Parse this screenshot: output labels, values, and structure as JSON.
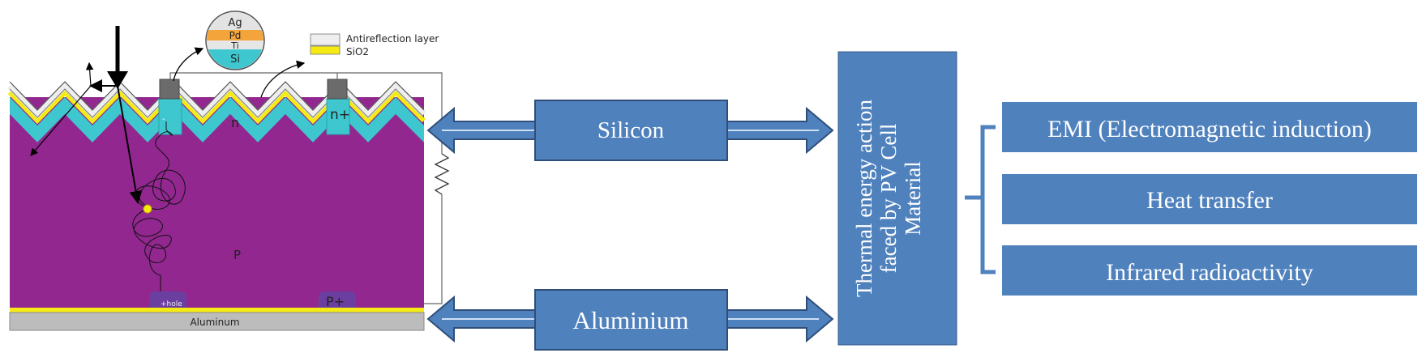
{
  "cell": {
    "contact_layers": [
      "Ag",
      "Pd",
      "Ti",
      "Si"
    ],
    "legend": {
      "antireflection": "Antireflection layer",
      "sio2": "SiO2"
    },
    "region_n": "n",
    "region_n_plus": "n+",
    "region_p": "P",
    "region_p_plus": "P+",
    "hole_label": "+hole",
    "aluminum_label": "Aluminum",
    "electron_label": "-",
    "colors": {
      "bulk": "#92278f",
      "emitter": "#3fc7d0",
      "ar_layer": "#eeeeee",
      "sio2": "#f5ea14",
      "aluminum": "#bcbcbc",
      "contact": "#6b6b6b",
      "p_plus": "#6a3fa0"
    }
  },
  "flow": {
    "silicon_label": "Silicon",
    "aluminium_label": "Aluminium",
    "center_label_lines": [
      "Thermal energy action",
      "faced by PV Cell",
      "Material"
    ],
    "items": [
      "EMI (Electromagnetic induction)",
      "Heat transfer",
      "Infrared radioactivity"
    ],
    "colors": {
      "box": "#4f81bd",
      "box_border": "#385d8a",
      "arrow": "#5581c0"
    }
  }
}
